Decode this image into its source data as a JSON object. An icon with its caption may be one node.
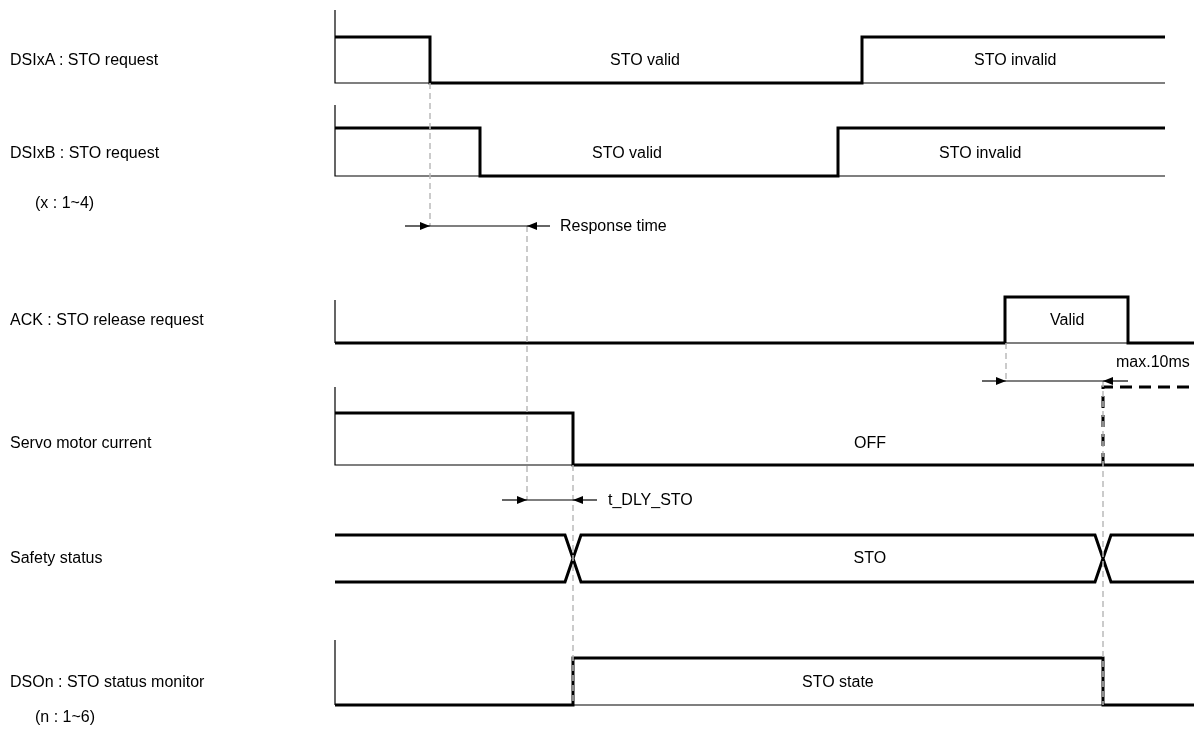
{
  "diagram": {
    "labels": [
      "DSIxA : STO request",
      "STO valid",
      "STO invalid",
      "DSIxB : STO request",
      "STO valid",
      "STO invalid",
      "(x : 1~4)",
      "Response time",
      "ACK : STO release request",
      "Valid",
      "max.10ms",
      "Servo motor current",
      "OFF",
      "t_DLY_STO",
      "Safety status",
      "STO",
      "DSOn : STO status monitor",
      "STO state",
      "(n : 1~6)"
    ]
  }
}
